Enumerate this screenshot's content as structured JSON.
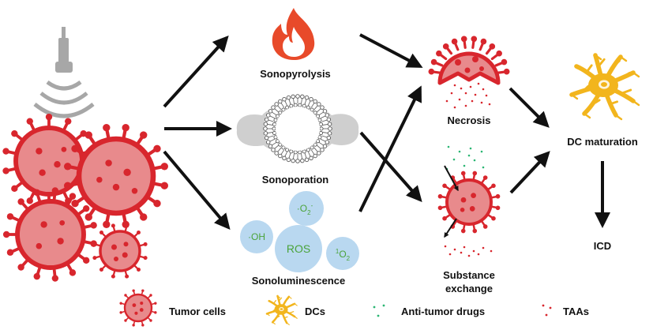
{
  "colors": {
    "tumor_red": "#d8262d",
    "tumor_fill": "#e88a8c",
    "dc_yellow": "#f2b51d",
    "drug_green": "#2bb673",
    "taa_red": "#d8262d",
    "ros_blue": "#b9d8f0",
    "probe_gray": "#a7a7a7",
    "arrow_black": "#111111"
  },
  "icons": {
    "ultrasound_probe": "ultrasound-probe-icon",
    "flame": "flame-icon",
    "liposome": "liposome-icon",
    "tumor_cell": "tumor-cell-icon",
    "dendritic_cell": "dendritic-cell-icon"
  },
  "mechanisms": {
    "sonopyrolysis": "Sonopyrolysis",
    "sonoporation": "Sonoporation",
    "sonoluminescence": "Sonoluminescence"
  },
  "ros": {
    "center": "ROS",
    "oh": "·OH",
    "superoxide": "·O",
    "superoxide_sub": "2",
    "superoxide_sup": "-",
    "singlet_sup": "1",
    "singlet": "O",
    "singlet_sub": "2"
  },
  "outcomes": {
    "necrosis": "Necrosis",
    "substance_exchange_line1": "Substance",
    "substance_exchange_line2": "exchange",
    "dc_maturation": "DC maturation",
    "icd": "ICD"
  },
  "legend": {
    "tumor_cells": "Tumor cells",
    "dcs": "DCs",
    "anti_tumor_drugs": "Anti-tumor drugs",
    "taas": "TAAs"
  }
}
